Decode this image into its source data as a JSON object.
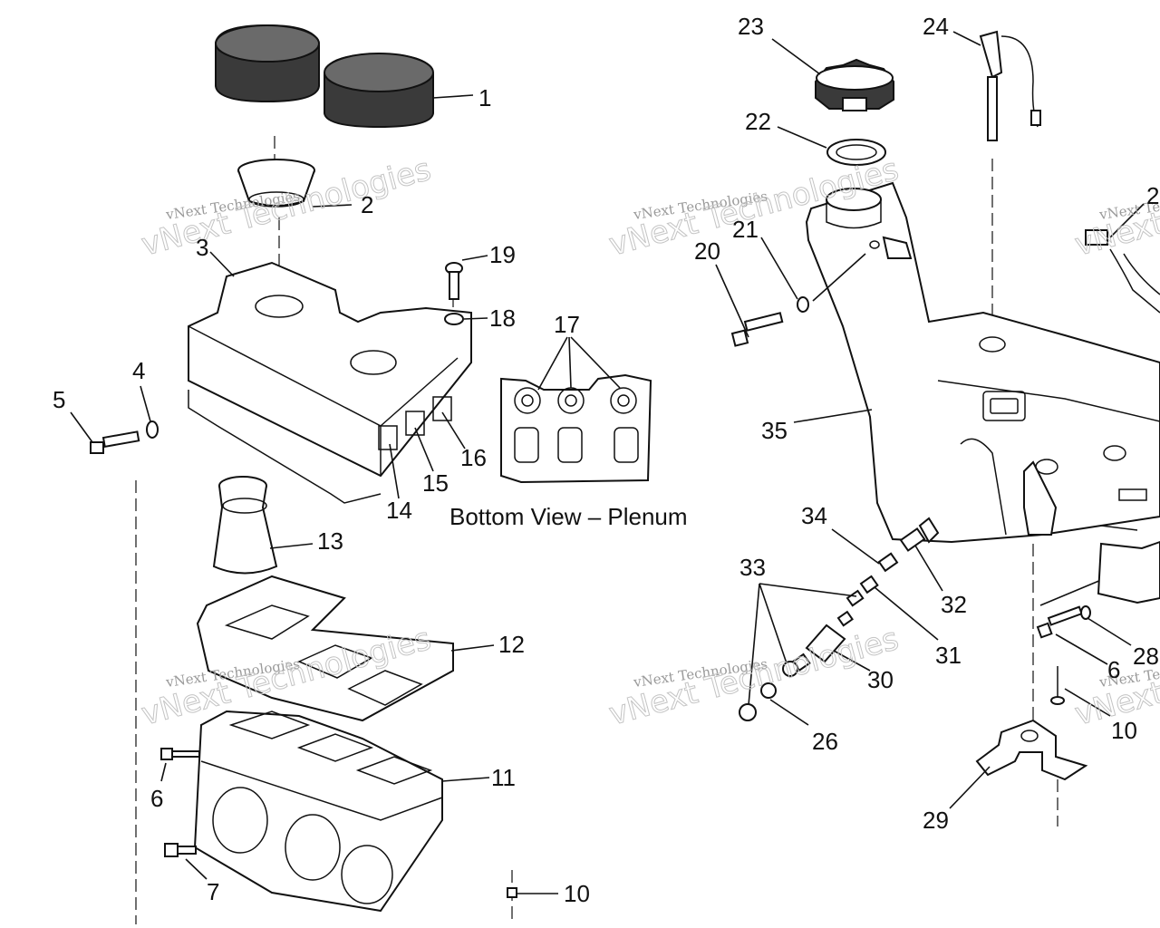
{
  "caption": "Bottom View – Plenum",
  "watermark": {
    "line1": "vNext Technologies",
    "line2": "vNext Technologies"
  },
  "callouts": {
    "c1": "1",
    "c2": "2",
    "c3": "3",
    "c4": "4",
    "c5": "5",
    "c6a": "6",
    "c6b": "6",
    "c7": "7",
    "c10a": "10",
    "c10b": "10",
    "c11": "11",
    "c12": "12",
    "c13": "13",
    "c14": "14",
    "c15": "15",
    "c16": "16",
    "c17": "17",
    "c18": "18",
    "c19": "19",
    "c20": "20",
    "c21": "21",
    "c22": "22",
    "c23": "23",
    "c24": "24",
    "c26": "26",
    "c28": "28",
    "c29": "29",
    "c30": "30",
    "c31": "31",
    "c32": "32",
    "c33": "33",
    "c34": "34",
    "c35": "35",
    "c2r": "2"
  }
}
